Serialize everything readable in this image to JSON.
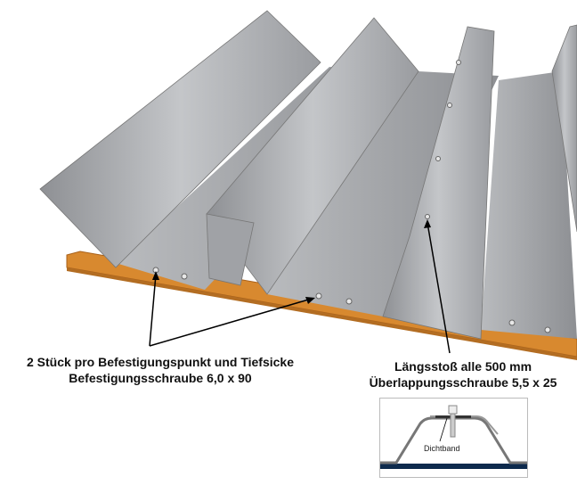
{
  "labels": {
    "fastening_count": "2 Stück pro Befestigungspunkt und Tiefsicke",
    "fastening_screw": "Befestigungsschraube 6,0 x 90",
    "lap_spacing": "Längsstoß alle 500 mm",
    "lap_screw": "Überlappungsschraube 5,5 x 25"
  },
  "inset": {
    "seal_label": "Dichtband"
  },
  "colors": {
    "timber": "#d8892f",
    "steel": "#a9abae",
    "base_strip": "#0d2a4d"
  }
}
